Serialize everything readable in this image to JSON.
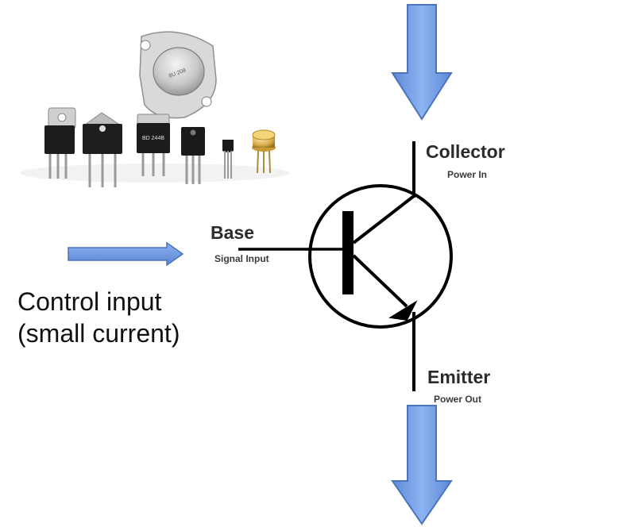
{
  "terminals": {
    "collector": {
      "name": "Collector",
      "desc": "Power In"
    },
    "base": {
      "name": "Base",
      "desc": "Signal Input"
    },
    "emitter": {
      "name": "Emitter",
      "desc": "Power Out"
    }
  },
  "control": {
    "line1": "Control input",
    "line2": "(small current)"
  },
  "colors": {
    "arrow_fill": "#6f98e0",
    "arrow_stroke": "#4a74c0",
    "symbol": "#000000",
    "text": "#2b2b2b"
  },
  "photo": {
    "description_icon": "transistor-packages-photo-icon",
    "package_markings": [
      "8U 208",
      "BD 244B"
    ]
  }
}
